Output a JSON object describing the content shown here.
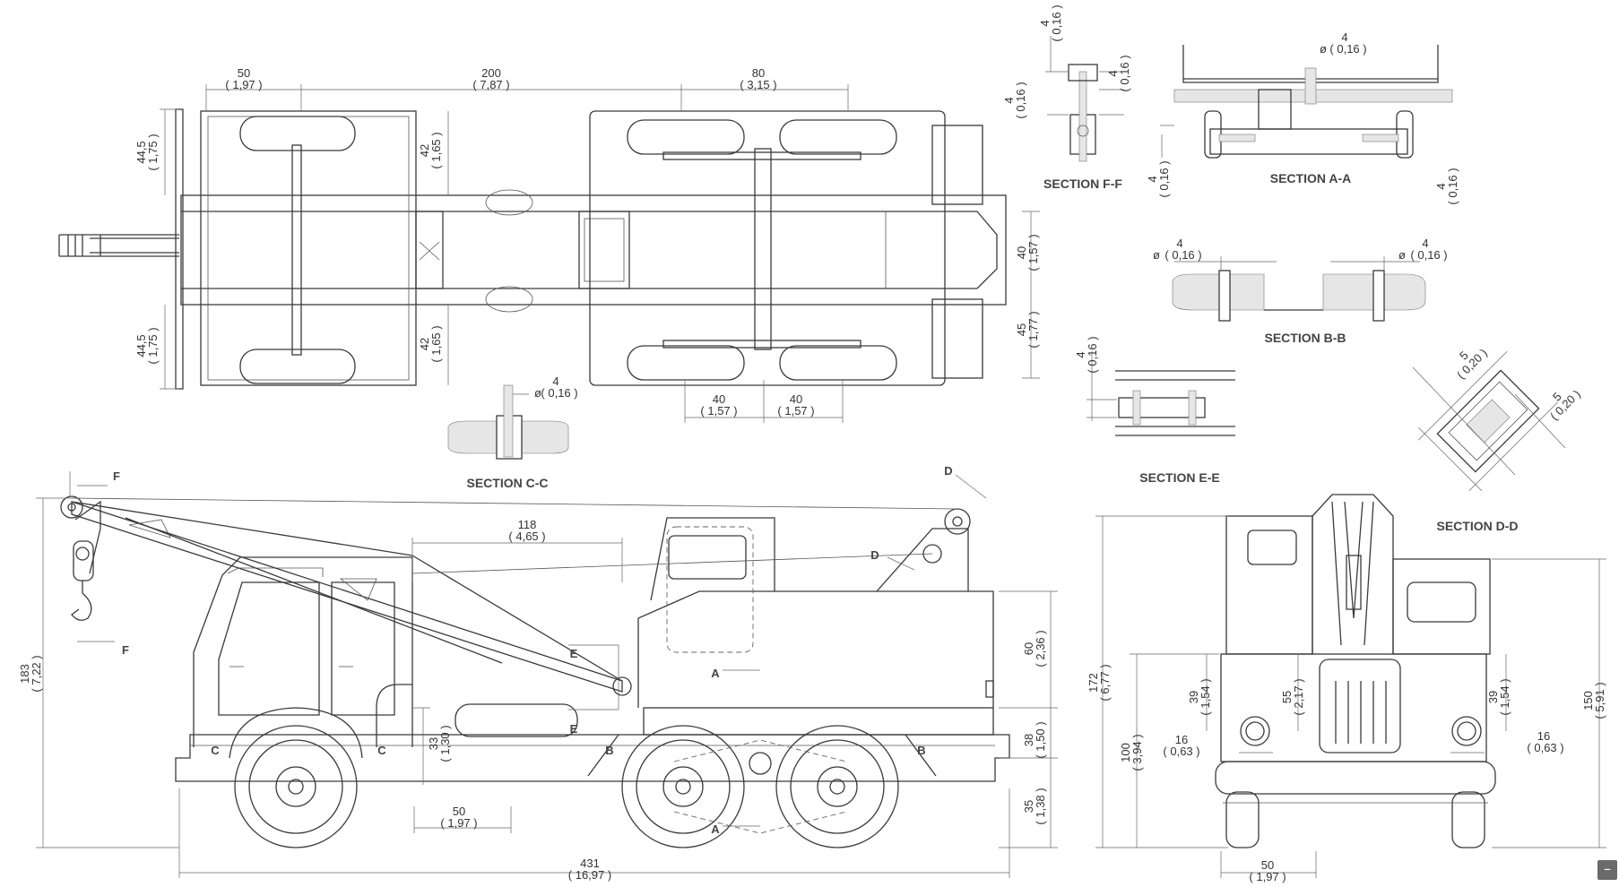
{
  "sections": {
    "ff": "SECTION F-F",
    "aa": "SECTION A-A",
    "bb": "SECTION B-B",
    "cc": "SECTION C-C",
    "dd": "SECTION D-D",
    "ee": "SECTION E-E"
  },
  "letters": {
    "f": "F",
    "d": "D",
    "e": "E",
    "a": "A",
    "b": "B",
    "c": "C"
  },
  "dims": {
    "top_50": [
      "50",
      "( 1,97 )"
    ],
    "top_200": [
      "200",
      "( 7,87 )"
    ],
    "top_80": [
      "80",
      "( 3,15 )"
    ],
    "left_445_top": [
      "44,5",
      "( 1,75 )"
    ],
    "left_445_bot": [
      "44,5",
      "( 1,75 )"
    ],
    "mid_42_top": [
      "42",
      "( 1,65 )"
    ],
    "mid_42_bot": [
      "42",
      "( 1,65 )"
    ],
    "right_40": [
      "40",
      "( 1,57 )"
    ],
    "right_45": [
      "45",
      "( 1,77 )"
    ],
    "bot_40a": [
      "40",
      "( 1,57 )"
    ],
    "bot_40b": [
      "40",
      "( 1,57 )"
    ],
    "cc_dia": [
      "4",
      "( 0,16 )"
    ],
    "ff_dia1": [
      "4",
      "( 0,16 )"
    ],
    "ff_dia2": [
      "4",
      "( 0,16 )"
    ],
    "ff_dia3": [
      "4",
      "( 0,16 )"
    ],
    "aa_dia_top": [
      "4",
      "( 0,16 )"
    ],
    "aa_dia_left": [
      "4",
      "( 0,16 )"
    ],
    "aa_dia_right": [
      "4",
      "( 0,16 )"
    ],
    "bb_dia_left": [
      "4",
      "( 0,16 )"
    ],
    "bb_dia_right": [
      "4",
      "( 0,16 )"
    ],
    "ee_dia": [
      "4",
      "( 0,16 )"
    ],
    "dd_dia1": [
      "5",
      "( 0,20 )"
    ],
    "dd_dia2": [
      "5",
      "( 0,20 )"
    ],
    "side_118": [
      "118",
      "( 4,65 )"
    ],
    "side_183": [
      "183",
      "( 7,22 )"
    ],
    "side_60": [
      "60",
      "( 2,36 )"
    ],
    "side_38": [
      "38",
      "( 1,50 )"
    ],
    "side_35": [
      "35",
      "( 1,38 )"
    ],
    "side_33": [
      "33",
      "( 1,30 )"
    ],
    "side_50": [
      "50",
      "( 1,97 )"
    ],
    "side_431": [
      "431",
      "( 16,97 )"
    ],
    "front_172": [
      "172",
      "( 6,77 )"
    ],
    "front_100": [
      "100",
      "( 3,94 )"
    ],
    "front_39a": [
      "39",
      "( 1,54 )"
    ],
    "front_55": [
      "55",
      "( 2,17 )"
    ],
    "front_16a": [
      "16",
      "( 0,63 )"
    ],
    "front_39b": [
      "39",
      "( 1,54 )"
    ],
    "front_16b": [
      "16",
      "( 0,63 )"
    ],
    "front_150": [
      "150",
      "( 5,91 )"
    ],
    "front_50": [
      "50",
      "( 1,97 )"
    ]
  },
  "corner_button": {
    "icon": "minus-icon",
    "glyph": "–"
  }
}
